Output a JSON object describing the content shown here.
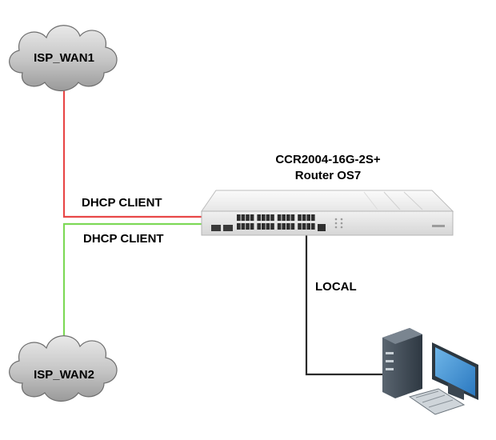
{
  "nodes": {
    "isp_wan1": {
      "label": "ISP_WAN1"
    },
    "isp_wan2": {
      "label": "ISP_WAN2"
    },
    "router": {
      "model": "CCR2004-16G-2S+",
      "os": "Router OS7"
    },
    "pc": {
      "label": ""
    }
  },
  "links": {
    "wan1": {
      "label": "DHCP CLIENT",
      "color": "#e84848"
    },
    "wan2": {
      "label": "DHCP CLIENT",
      "color": "#7ed957"
    },
    "local": {
      "label": "LOCAL",
      "color": "#2a2a2a"
    }
  },
  "icons": {
    "cloud": "cloud-icon",
    "router": "router-icon",
    "pc": "desktop-computer-icon"
  }
}
